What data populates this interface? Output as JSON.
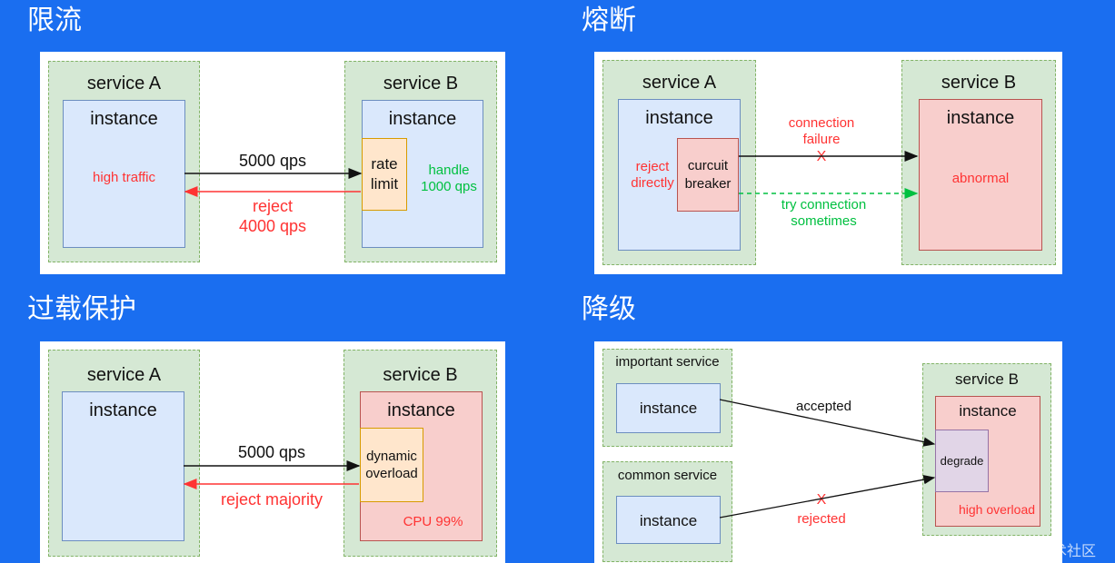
{
  "sections": {
    "rate_limit": {
      "title": "限流",
      "service_a": "service A",
      "service_b": "service B",
      "instance_a": "instance",
      "instance_b": "instance",
      "high_traffic": "high traffic",
      "rate_limit_box": "rate\nlimit",
      "handle": "handle\n1000 qps",
      "request": "5000 qps",
      "reject": "reject\n4000 qps"
    },
    "circuit_breaker": {
      "title": "熔断",
      "service_a": "service A",
      "service_b": "service B",
      "instance_a": "instance",
      "instance_b": "instance",
      "reject_directly": "reject\ndirectly",
      "breaker_box": "curcuit\nbreaker",
      "connection_failure": "connection\nfailure",
      "x_mark": "X",
      "try_connection": "try connection\nsometimes",
      "abnormal": "abnormal"
    },
    "overload_protection": {
      "title": "过载保护",
      "service_a": "service A",
      "service_b": "service B",
      "instance_a": "instance",
      "instance_b": "instance",
      "dynamic_overload": "dynamic\noverload",
      "request": "5000 qps",
      "reject": "reject majority",
      "cpu": "CPU 99%"
    },
    "degradation": {
      "title": "降级",
      "important_service": "important service",
      "common_service": "common service",
      "service_b": "service B",
      "instance_important": "instance",
      "instance_common": "instance",
      "instance_b": "instance",
      "degrade": "degrade",
      "high_overload": "high overload",
      "accepted": "accepted",
      "x_mark": "X",
      "rejected": "rejected"
    }
  },
  "watermark": "@稀土掘金技术社区",
  "colors": {
    "background": "#1a6ef0",
    "service_fill": "#d5e8d4",
    "instance_blue": "#dae8fc",
    "instance_red": "#f8cecc",
    "rate_limit_orange": "#ffe6cc",
    "degrade_purple": "#e1d5e7",
    "reject_red": "#ff3333",
    "ok_green": "#00c040"
  }
}
